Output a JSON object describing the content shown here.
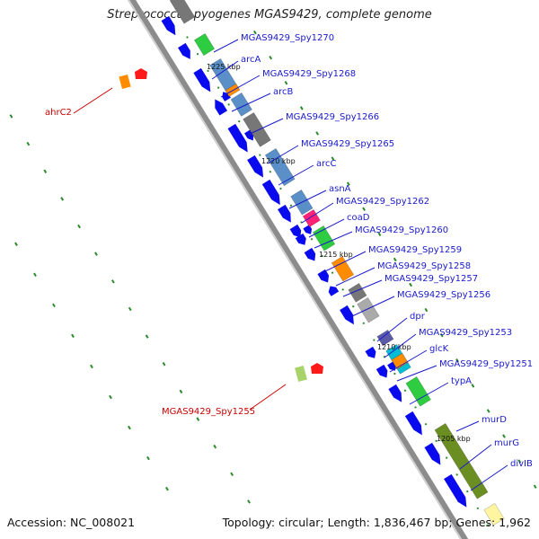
{
  "title": "Streptococcus pyogenes MGAS9429, complete genome",
  "footer": {
    "accession": "Accession: NC_008021",
    "topology": "Topology: circular; Length: 1,836,467 bp; Genes: 1,962"
  },
  "colors": {
    "backbone": "#8c8c8c",
    "cds_forward": "#0a0aee",
    "cds_reverse": "#0a0aee",
    "label_line": "#1a1acc",
    "label_red": "#cc0000",
    "gc_dots": "#2a8a2a",
    "cog_palette": [
      "#5b8fc7",
      "#2ecc40",
      "#777777",
      "#ff8c00",
      "#ff2277",
      "#aaaaaa",
      "#6b8e23",
      "#00bcd4",
      "#5a5aa8",
      "#a8d36a",
      "#fff4a0"
    ]
  },
  "scale_ticks": [
    "1225 kbp",
    "1220 kbp",
    "1215 kbp",
    "1210 kbp",
    "1205 kbp"
  ],
  "genes_right": [
    "MGAS9429_Spy1270",
    "arcA",
    "MGAS9429_Spy1268",
    "arcB",
    "MGAS9429_Spy1266",
    "MGAS9429_Spy1265",
    "arcC",
    "asnA",
    "MGAS9429_Spy1262",
    "coaD",
    "MGAS9429_Spy1260",
    "MGAS9429_Spy1259",
    "MGAS9429_Spy1258",
    "MGAS9429_Spy1257",
    "MGAS9429_Spy1256",
    "dpr",
    "MGAS9429_Spy1253",
    "glcK",
    "MGAS9429_Spy1251",
    "typA",
    "murD",
    "murG",
    "divIB"
  ],
  "genes_left": [
    "ahrC2",
    "MGAS9429_Spy1255"
  ]
}
